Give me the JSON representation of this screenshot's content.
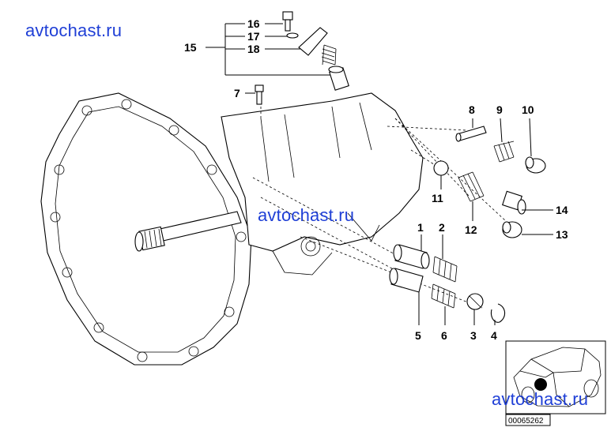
{
  "watermarks": [
    "avtochast.ru",
    "avtochast.ru",
    "avtochast.ru"
  ],
  "callouts": {
    "c1": "1",
    "c2": "2",
    "c3": "3",
    "c4": "4",
    "c5": "5",
    "c6": "6",
    "c7": "7",
    "c8": "8",
    "c9": "9",
    "c10": "10",
    "c11": "11",
    "c12": "12",
    "c13": "13",
    "c14": "14",
    "c15": "15",
    "c16": "16",
    "c17": "17",
    "c18": "18"
  },
  "document_id": "00065262"
}
